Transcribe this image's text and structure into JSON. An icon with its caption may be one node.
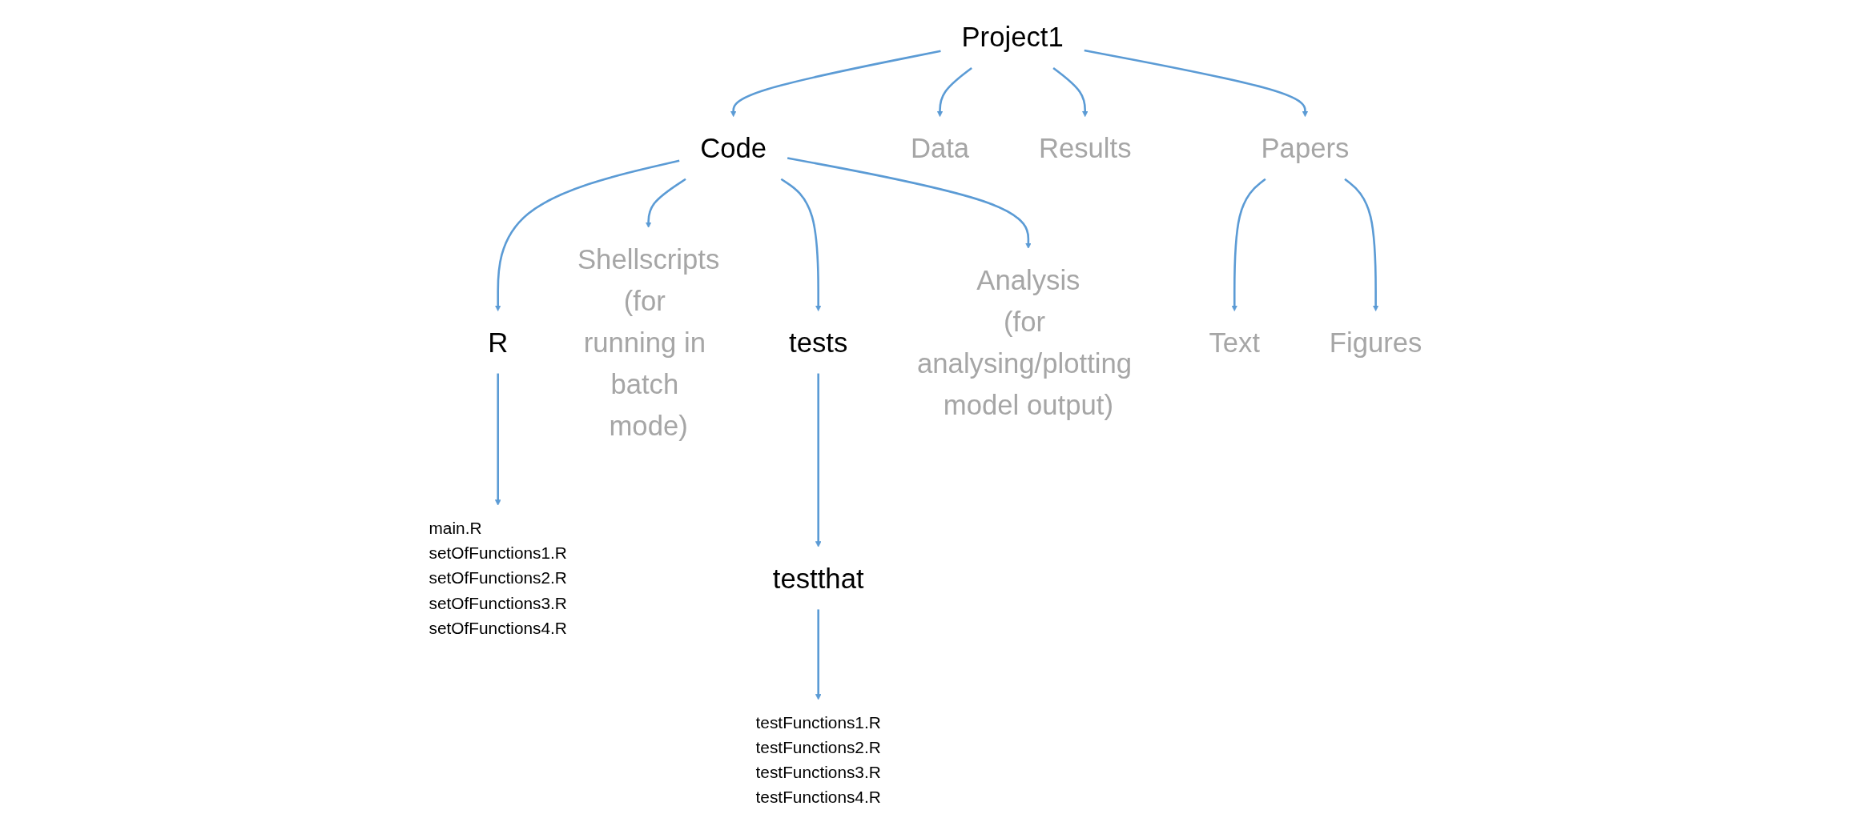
{
  "diagram": {
    "nodes": [
      {
        "text": [
          "Project1"
        ]
      },
      {
        "text": [
          "Code"
        ]
      },
      {
        "text": [
          "Data"
        ]
      },
      {
        "text": [
          "Results"
        ]
      },
      {
        "text": [
          "Papers"
        ]
      },
      {
        "text": [
          "R"
        ]
      },
      {
        "text": [
          "Shellscripts"
        ],
        "beside": [
          "(for running in batch mode)"
        ]
      },
      {
        "text": [
          "tests"
        ]
      },
      {
        "text": [
          "Analysis"
        ],
        "beside": [
          "(for analysing/plotting model output)"
        ]
      },
      {
        "text": [
          "Text"
        ]
      },
      {
        "text": [
          "Figures"
        ]
      },
      {
        "text": [
          "main.R",
          "setOfFunctions1.R",
          "setOfFunctions2.R",
          "setOfFunctions3.R",
          "setOfFunctions4.R"
        ]
      },
      {
        "text": [
          "testthat"
        ]
      },
      {
        "text": [
          "testFunctions1.R",
          "testFunctions2.R",
          "testFunctions3.R",
          "testFunctions4.R"
        ]
      }
    ],
    "edges": [
      {
        "from": 0,
        "to": 1,
        "arrow": "to"
      },
      {
        "from": 0,
        "to": 2,
        "arrow": "to"
      },
      {
        "from": 0,
        "to": 3,
        "arrow": "to"
      },
      {
        "from": 0,
        "to": 4,
        "arrow": "to"
      },
      {
        "from": 1,
        "to": 5,
        "arrow": "to"
      },
      {
        "from": 1,
        "to": 6,
        "arrow": "to"
      },
      {
        "from": 1,
        "to": 7,
        "arrow": "to"
      },
      {
        "from": 1,
        "to": 8,
        "arrow": "to"
      },
      {
        "from": 4,
        "to": 9,
        "arrow": "to"
      },
      {
        "from": 4,
        "to": 10,
        "arrow": "to"
      },
      {
        "from": 5,
        "to": 11,
        "arrow": "to"
      },
      {
        "from": 7,
        "to": 12,
        "arrow": "to"
      },
      {
        "from": 12,
        "to": 13,
        "arrow": "to"
      }
    ]
  }
}
